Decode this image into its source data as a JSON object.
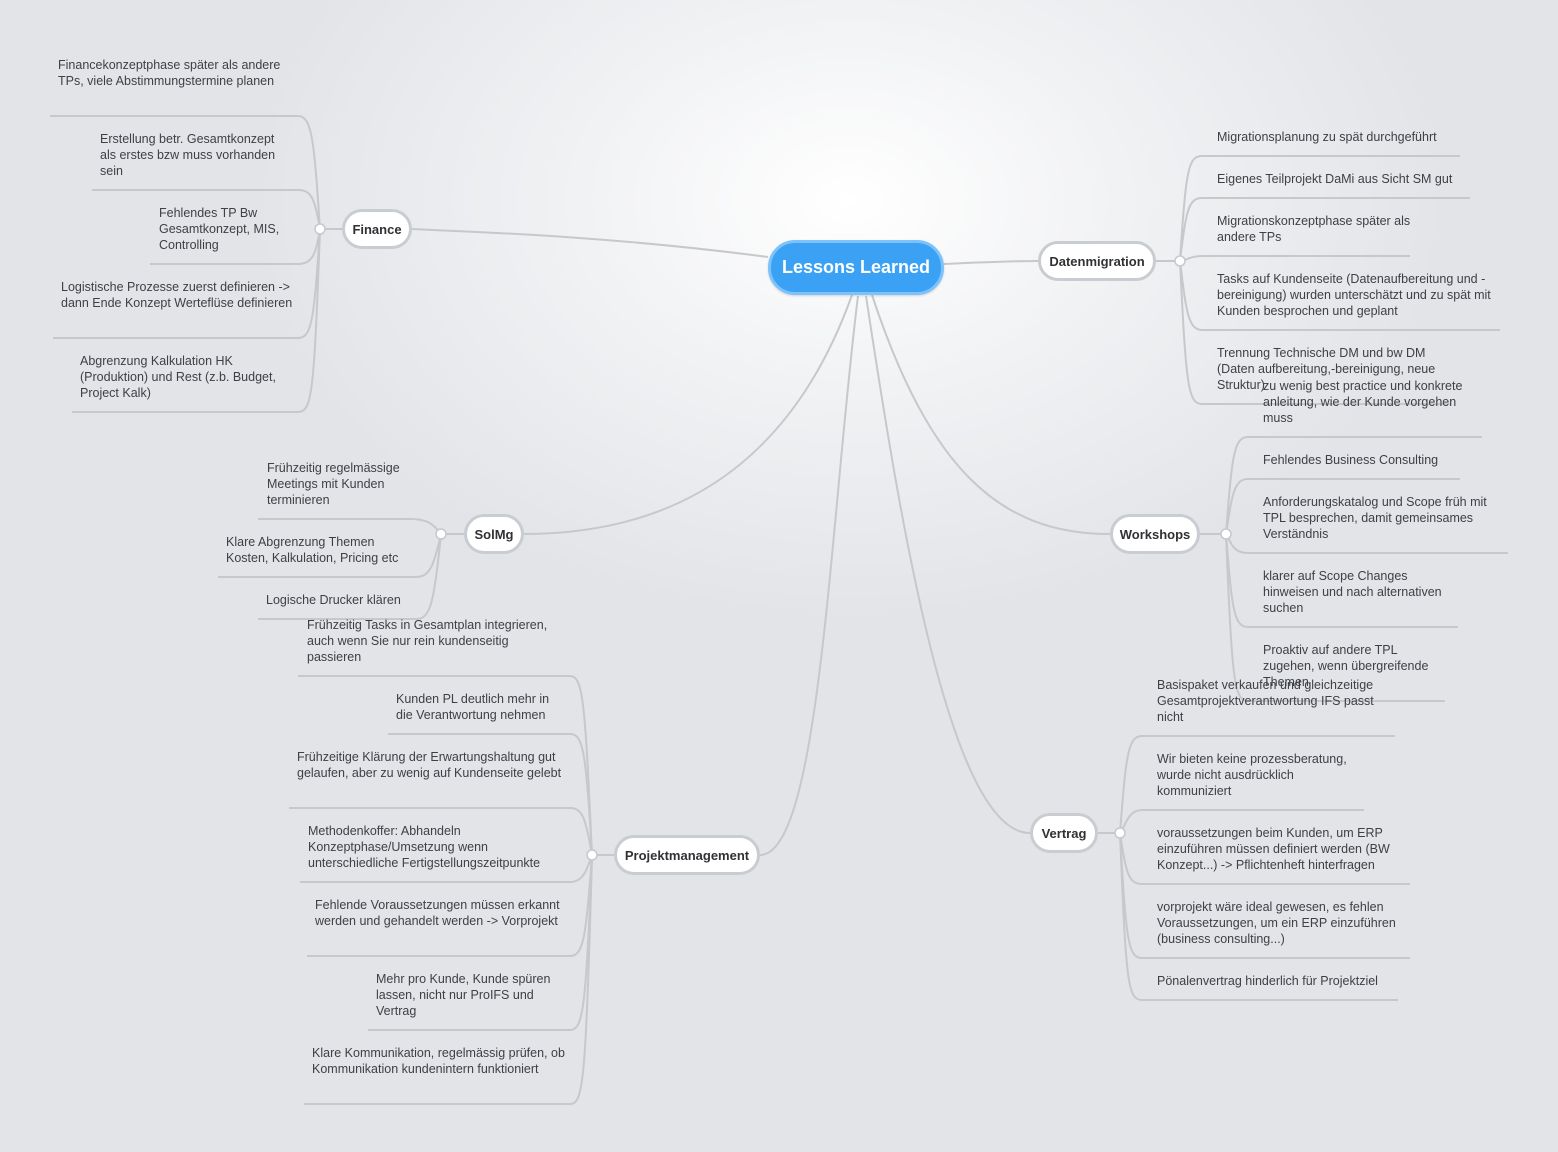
{
  "central": {
    "label": "Lessons Learned"
  },
  "branches": {
    "finance": {
      "label": "Finance",
      "items": [
        "Financekonzeptphase später als andere TPs, viele Abstimmungstermine planen",
        "Erstellung betr. Gesamtkonzept als erstes bzw muss vorhanden sein",
        "Fehlendes TP Bw Gesamtkonzept, MIS, Controlling",
        "Logistische Prozesse zuerst definieren -> dann Ende Konzept Werteflüse definieren",
        "Abgrenzung Kalkulation HK (Produktion) und Rest (z.b. Budget, Project Kalk)"
      ]
    },
    "solmg": {
      "label": "SolMg",
      "items": [
        "Frühzeitig regelmässige Meetings mit Kunden terminieren",
        "Klare Abgrenzung Themen Kosten, Kalkulation, Pricing etc",
        "Logische Drucker klären"
      ]
    },
    "projektmanagement": {
      "label": "Projektmanagement",
      "items": [
        "Frühzeitig Tasks in Gesamtplan integrieren, auch wenn Sie nur rein kundenseitig passieren",
        "Kunden PL deutlich mehr in die Verantwortung nehmen",
        "Frühzeitige Klärung der Erwartungshaltung gut gelaufen, aber zu wenig auf Kundenseite gelebt",
        "Methodenkoffer: Abhandeln Konzeptphase/Umsetzung wenn unterschiedliche Fertigstellungszeitpunkte",
        "Fehlende Voraussetzungen müssen erkannt werden und gehandelt werden -> Vorprojekt",
        "Mehr pro Kunde, Kunde spüren lassen, nicht nur ProIFS und Vertrag",
        "Klare Kommunikation, regelmässig prüfen, ob Kommunikation kundenintern funktioniert"
      ]
    },
    "datenmigration": {
      "label": "Datenmigration",
      "items": [
        "Migrationsplanung zu spät durchgeführt",
        "Eigenes Teilprojekt DaMi aus Sicht SM gut",
        "Migrationskonzeptphase später als andere TPs",
        "Tasks auf Kundenseite (Datenaufbereitung und -bereinigung) wurden unterschätzt und zu spät mit Kunden besprochen und geplant",
        "Trennung Technische DM und bw DM (Daten aufbereitung,-bereinigung, neue Struktur)"
      ]
    },
    "workshops": {
      "label": "Workshops",
      "items": [
        "zu wenig best practice und konkrete anleitung, wie der Kunde vorgehen muss",
        "Fehlendes Business Consulting",
        "Anforderungskatalog und Scope früh mit TPL besprechen, damit gemeinsames Verständnis",
        "klarer auf Scope Changes hinweisen und nach alternativen suchen",
        "Proaktiv auf andere TPL zugehen, wenn übergreifende Themen"
      ]
    },
    "vertrag": {
      "label": "Vertrag",
      "items": [
        "Basispaket verkaufen und gleichzeitige Gesamtprojektverantwortung IFS passt nicht",
        "Wir bieten keine prozessberatung, wurde nicht ausdrücklich kommuniziert",
        "voraussetzungen beim Kunden, um ERP einzuführen müssen definiert werden (BW Konzept...) -> Pflichtenheft hinterfragen",
        "vorprojekt wäre ideal gewesen, es fehlen Voraussetzungen, um ein ERP einzuführen (business consulting...)",
        "Pönalenvertrag hinderlich für Projektziel"
      ]
    }
  },
  "colors": {
    "central_fill": "#3aa1f5",
    "central_border": "#7cc2fb",
    "topic_border": "#c9ccd1",
    "line": "#c6c8cc"
  }
}
